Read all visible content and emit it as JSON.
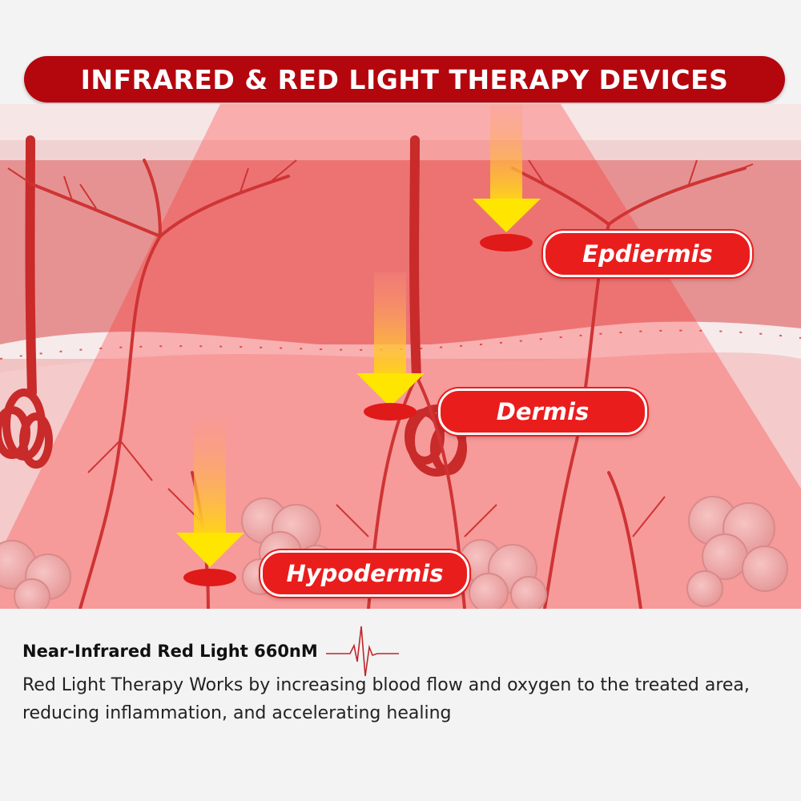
{
  "banner": {
    "title": "INFRARED & RED LIGHT THERAPY DEVICES"
  },
  "layers": [
    {
      "label": "Epdiermis"
    },
    {
      "label": "Dermis"
    },
    {
      "label": "Hypodermis"
    }
  ],
  "info": {
    "heading": "Near-Infrared Red Light 660nM",
    "icon": "heartbeat-icon",
    "description": "Red Light Therapy Works by increasing blood flow and oxygen to the treated area, reducing inflammation, and accelerating healing"
  },
  "colors": {
    "banner": "#b4060d",
    "label": "#ea1d1d",
    "arrow": "#ffe600",
    "skin": "#e98a8a"
  }
}
